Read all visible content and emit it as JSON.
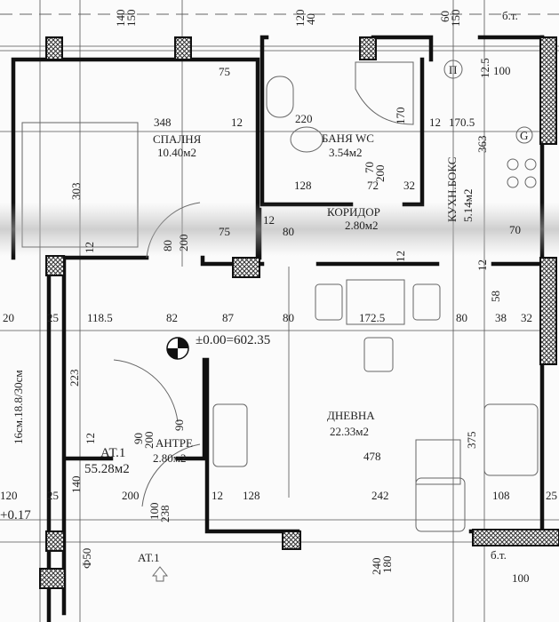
{
  "rooms": {
    "bedroom": {
      "name": "СПАЛНЯ",
      "area": "10.40м2"
    },
    "bathroom": {
      "name": "БАНЯ WC",
      "area": "3.54м2"
    },
    "corridor": {
      "name": "КОРИДОР",
      "area": "2.80м2"
    },
    "kitchen": {
      "name": "КУХН.БОКС",
      "area": "5.14м2"
    },
    "living": {
      "name": "ДНЕВНА",
      "area": "22.33м2"
    },
    "entry": {
      "name": "АНТРЕ",
      "area": "2.80м2"
    },
    "apartment": {
      "name": "АТ.1",
      "area": "55.28м2"
    },
    "entrance_tag": "АТ.1"
  },
  "level_mark": "±0.00=602.35",
  "outside_level": "+0.17",
  "stair_note": "16см.18.8/30см",
  "bt_top": "б.т.",
  "bt_bottom": "б.т.",
  "appliance_symbols": {
    "fridge": "П",
    "gas": "G"
  },
  "dimensions": {
    "top": [
      "140",
      "150",
      "120",
      "40",
      "60",
      "150",
      "12.5",
      "100"
    ],
    "bedroom": [
      "75",
      "348",
      "12",
      "303",
      "12",
      "80",
      "200",
      "75"
    ],
    "bath": [
      "220",
      "170",
      "12",
      "170.5",
      "70",
      "200",
      "128",
      "72",
      "32",
      "363"
    ],
    "corridor": [
      "12",
      "80",
      "70",
      "12",
      "12",
      "58"
    ],
    "middle_row": [
      "20",
      "25",
      "118.5",
      "82",
      "87",
      "80",
      "172.5",
      "80",
      "38",
      "32"
    ],
    "verticals": [
      "223",
      "90",
      "200",
      "90",
      "375"
    ],
    "lower_row": [
      "120",
      "25",
      "140",
      "12",
      "200",
      "100",
      "238",
      "12",
      "128",
      "242",
      "108",
      "25",
      "478"
    ],
    "bottom": [
      "240",
      "180",
      "100",
      "Ф50"
    ]
  },
  "colors": {
    "wall": "#111111",
    "hatch": "#333333",
    "paper": "#fbfbfb"
  }
}
